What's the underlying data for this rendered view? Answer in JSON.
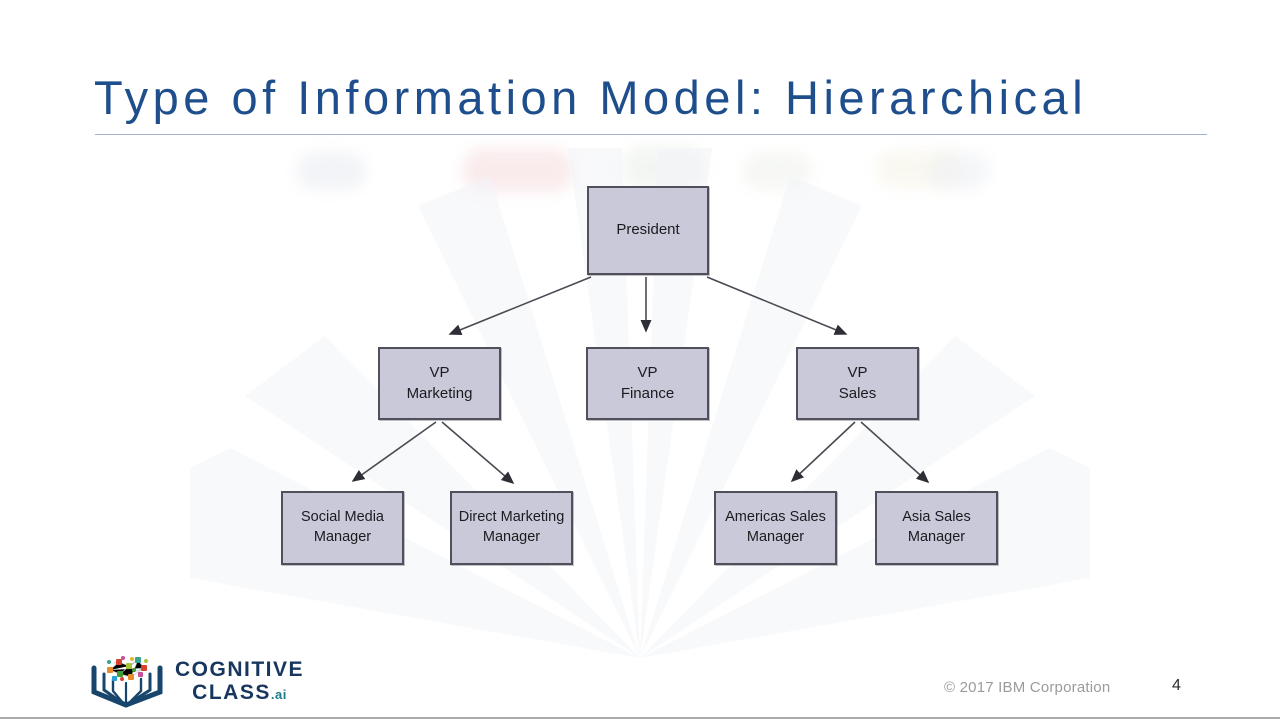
{
  "slide": {
    "title": "Type of Information Model: Hierarchical",
    "logo": {
      "line1": "COGNITIVE",
      "line2": "CLASS",
      "suffix": ".ai"
    },
    "footer": {
      "copyright": "© 2017 IBM Corporation",
      "page_number": "4"
    }
  },
  "diagram": {
    "type": "org-chart",
    "nodes": [
      {
        "id": "president",
        "line1": "President",
        "line2": ""
      },
      {
        "id": "vp-marketing",
        "line1": "VP",
        "line2": "Marketing"
      },
      {
        "id": "vp-finance",
        "line1": "VP",
        "line2": "Finance"
      },
      {
        "id": "vp-sales",
        "line1": "VP",
        "line2": "Sales"
      },
      {
        "id": "social-media-manager",
        "line1": "Social Media",
        "line2": "Manager"
      },
      {
        "id": "direct-marketing-manager",
        "line1": "Direct Marketing",
        "line2": "Manager"
      },
      {
        "id": "americas-sales-manager",
        "line1": "Americas Sales",
        "line2": "Manager"
      },
      {
        "id": "asia-sales-manager",
        "line1": "Asia Sales",
        "line2": "Manager"
      }
    ],
    "edges": [
      {
        "from": "president",
        "to": "vp-marketing"
      },
      {
        "from": "president",
        "to": "vp-finance"
      },
      {
        "from": "president",
        "to": "vp-sales"
      },
      {
        "from": "vp-marketing",
        "to": "social-media-manager"
      },
      {
        "from": "vp-marketing",
        "to": "direct-marketing-manager"
      },
      {
        "from": "vp-sales",
        "to": "americas-sales-manager"
      },
      {
        "from": "vp-sales",
        "to": "asia-sales-manager"
      }
    ]
  },
  "colors": {
    "title_text": "#1E4E8C",
    "title_underline": "#A3B3CC",
    "node_fill": "#C9C9D9",
    "node_border": "#50505C",
    "edge_line": "#4A4A54",
    "logo_navy": "#17375E",
    "logo_ai_teal": "#1A7C8A",
    "footer_gray": "#9B9B9B"
  }
}
